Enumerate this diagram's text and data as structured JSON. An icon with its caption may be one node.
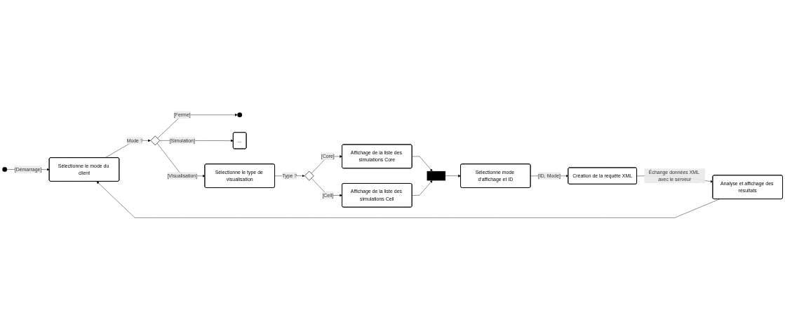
{
  "diagram": {
    "nodes": [
      {
        "text": [],
        "shape": "circle"
      },
      {
        "text": [
          "Analyse et affichage des résultats"
        ]
      },
      {
        "text": [
          "Sélectionne le mode du client"
        ]
      },
      {
        "text": [],
        "shape": "diamond"
      },
      {
        "text": [],
        "shape": "circle"
      },
      {
        "text": [
          "..."
        ]
      },
      {
        "text": [
          "Création de la requête XML"
        ]
      },
      {
        "text": [
          "Affichage de la liste des simulations Core"
        ]
      },
      {
        "text": [],
        "shape": "bar"
      },
      {
        "text": [],
        "shape": "diamond"
      },
      {
        "text": [
          "Sélectionne le type de visualisation"
        ]
      },
      {
        "text": [
          "Sélectionne mode d'affichage et ID"
        ]
      },
      {
        "text": [
          "Affichage de la liste des simulations Cell"
        ]
      }
    ],
    "edges": [
      {
        "from": 0,
        "to": 2,
        "arrow": "to",
        "label": "[Démarrage]"
      },
      {
        "from": 1,
        "to": 2,
        "arrow": "to"
      },
      {
        "from": 2,
        "to": 3,
        "arrow": "to",
        "label": "Mode ?"
      },
      {
        "from": 3,
        "to": 4,
        "arrow": "to",
        "label": "[Ferme]"
      },
      {
        "from": 3,
        "to": 5,
        "arrow": "to",
        "label": "[Simulation]"
      },
      {
        "from": 3,
        "to": 10,
        "arrow": "to",
        "label": "[Visualisation]"
      },
      {
        "from": 10,
        "to": 9,
        "arrow": "to",
        "label": "Type ?"
      },
      {
        "from": 9,
        "to": 7,
        "arrow": "to",
        "label": "[Core]"
      },
      {
        "from": 9,
        "to": 12,
        "arrow": "to",
        "label": "[Cell]"
      },
      {
        "from": 7,
        "to": 8,
        "arrow": "to"
      },
      {
        "from": 12,
        "to": 8,
        "arrow": "to"
      },
      {
        "from": 8,
        "to": 11,
        "arrow": "to"
      },
      {
        "from": 11,
        "to": 6,
        "arrow": "to",
        "label": "[ID, Mode]"
      },
      {
        "from": 6,
        "to": 1,
        "arrow": "to",
        "label": "Échange données XML avec le serveur"
      }
    ]
  }
}
